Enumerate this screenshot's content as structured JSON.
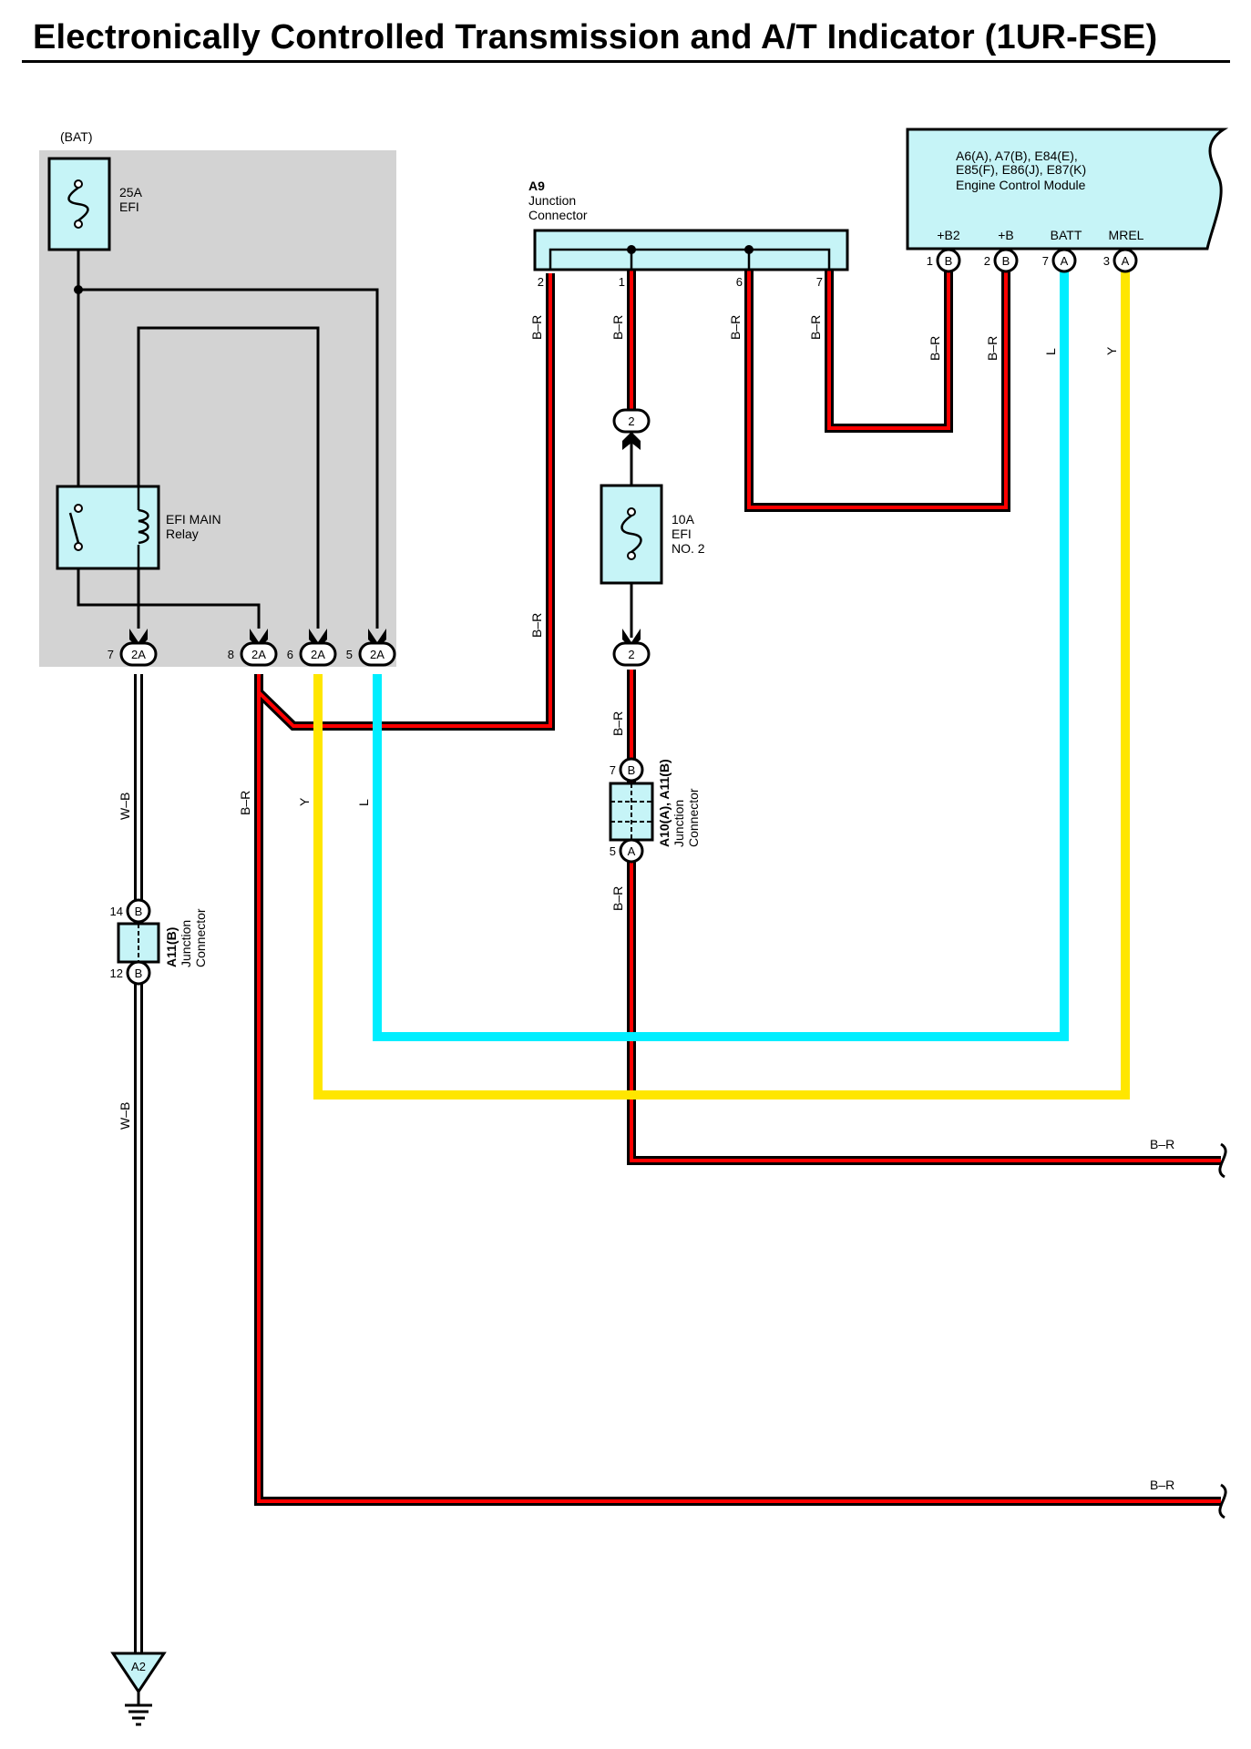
{
  "title": "Electronically Controlled Transmission and A/T Indicator (1UR-FSE)",
  "colors": {
    "B-R_outer": "#000000",
    "B-R_inner": "#ff0000",
    "W-B_outer": "#000000",
    "W-B_inner": "#ffffff",
    "L": "#00eeff",
    "Y": "#ffe600",
    "relay_box_bg": "#d3d3d3",
    "connector_fill": "#c6f4f7"
  },
  "relay_box": {
    "bat_label": "(BAT)",
    "fuse_amp": "25A",
    "fuse_name": "EFI",
    "relay_name": "EFI MAIN",
    "relay_word": "Relay",
    "terminals": [
      {
        "pin": "7",
        "conn": "2A"
      },
      {
        "pin": "8",
        "conn": "2A"
      },
      {
        "pin": "6",
        "conn": "2A"
      },
      {
        "pin": "5",
        "conn": "2A"
      }
    ]
  },
  "junction_a9": {
    "id": "A9",
    "line1": "Junction",
    "line2": "Connector",
    "pins": [
      "2",
      "1",
      "6",
      "7"
    ]
  },
  "ecm": {
    "codes_line1": "A6(A), A7(B), E84(E),",
    "codes_line2": "E85(F), E86(J), E87(K)",
    "name": "Engine Control Module",
    "terminals": [
      {
        "name": "+B2",
        "pin": "1",
        "conn": "B"
      },
      {
        "name": "+B",
        "pin": "2",
        "conn": "B"
      },
      {
        "name": "BATT",
        "pin": "7",
        "conn": "A"
      },
      {
        "name": "MREL",
        "pin": "3",
        "conn": "A"
      }
    ]
  },
  "fuse_efi2": {
    "amp": "10A",
    "name": "EFI",
    "no": "NO. 2",
    "top_pin": "2",
    "bottom_pin": "2"
  },
  "junction_a10": {
    "id": "A10(A), A11(B)",
    "line1": "Junction",
    "line2": "Connector",
    "top_pin": "7",
    "top_conn": "B",
    "bottom_pin": "5",
    "bottom_conn": "A"
  },
  "junction_a11": {
    "id": "A11(B)",
    "line1": "Junction",
    "line2": "Connector",
    "top_pin": "14",
    "top_conn": "B",
    "bottom_pin": "12",
    "bottom_conn": "B"
  },
  "ground": {
    "id": "A2"
  },
  "wire_labels": {
    "br": "B–R",
    "wb": "W–B",
    "l": "L",
    "y": "Y"
  }
}
